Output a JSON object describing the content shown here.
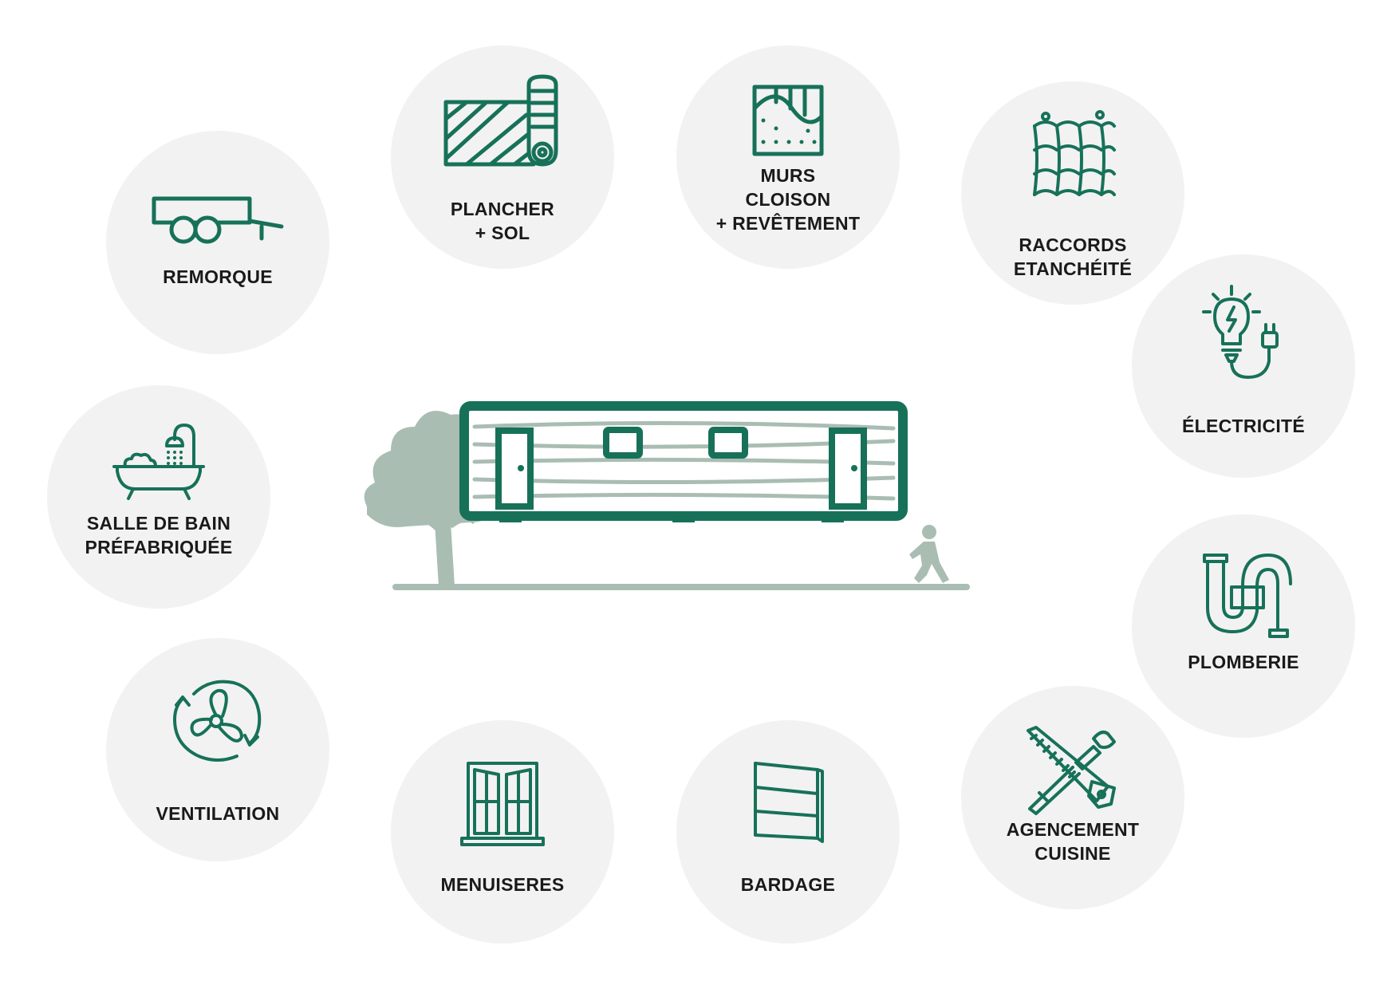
{
  "colors": {
    "accent": "#177159",
    "circle_bg": "#f2f2f2",
    "tree": "#a9bdb3",
    "text": "#1a1a1a"
  },
  "items": [
    {
      "id": "remorque",
      "icon": "trailer-icon",
      "lines": [
        "REMORQUE"
      ]
    },
    {
      "id": "plancher",
      "icon": "floor-roll-icon",
      "lines": [
        "PLANCHER",
        "+ SOL"
      ]
    },
    {
      "id": "murs",
      "icon": "wall-panel-icon",
      "lines": [
        "MURS",
        "CLOISON",
        "+ REVÊTEMENT"
      ]
    },
    {
      "id": "raccords",
      "icon": "roof-tiles-icon",
      "lines": [
        "RACCORDS",
        "ETANCHÉITÉ"
      ]
    },
    {
      "id": "electricite",
      "icon": "lightbulb-plug-icon",
      "lines": [
        "ÉLECTRICITÉ"
      ]
    },
    {
      "id": "salle-de-bain",
      "icon": "bathtub-shower-icon",
      "lines": [
        "SALLE DE BAIN",
        "PRÉFABRIQUÉE"
      ]
    },
    {
      "id": "plomberie",
      "icon": "pipe-icon",
      "lines": [
        "PLOMBERIE"
      ]
    },
    {
      "id": "ventilation",
      "icon": "fan-icon",
      "lines": [
        "VENTILATION"
      ]
    },
    {
      "id": "menuiseres",
      "icon": "window-icon",
      "lines": [
        "MENUISERES"
      ]
    },
    {
      "id": "bardage",
      "icon": "cladding-icon",
      "lines": [
        "BARDAGE"
      ]
    },
    {
      "id": "agencement",
      "icon": "saw-tools-icon",
      "lines": [
        "AGENCEMENT",
        "CUISINE"
      ]
    }
  ]
}
